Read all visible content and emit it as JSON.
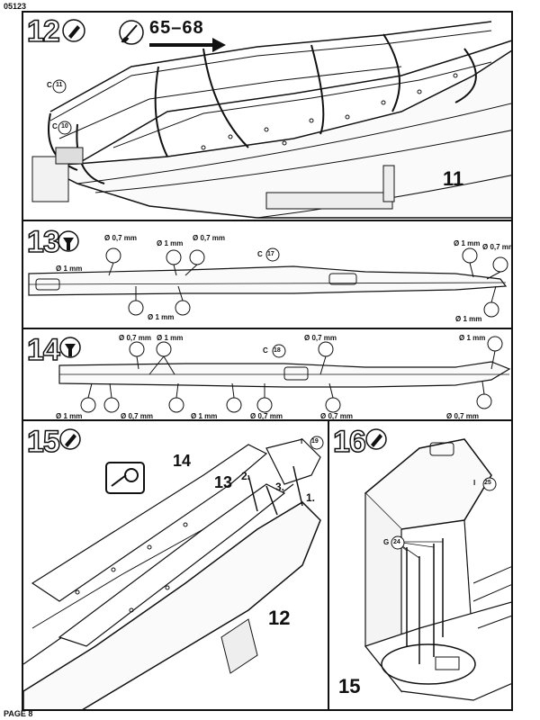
{
  "header": {
    "code": "05123"
  },
  "footer": {
    "page": "PAGE 8"
  },
  "step12": {
    "number": "12",
    "range": "65–68",
    "part_labels": [
      "C",
      "11",
      "C",
      "10"
    ],
    "result": "11"
  },
  "step13": {
    "number": "13",
    "part_label_prefix": "C",
    "part_label": "17",
    "drill": [
      "Ø 0,7 mm",
      "Ø 1 mm",
      "Ø 0,7 mm",
      "Ø 1 mm",
      "Ø 1 mm",
      "Ø 0,7 mm",
      "Ø 1 mm",
      "Ø 1 mm"
    ]
  },
  "step14": {
    "number": "14",
    "part_label_prefix": "C",
    "part_label": "18",
    "drill_top": [
      "Ø 0,7 mm",
      "Ø 1 mm",
      "Ø 0,7 mm",
      "Ø 1 mm"
    ],
    "drill_bottom": [
      "Ø 1 mm",
      "Ø 0,7 mm",
      "Ø 1 mm",
      "Ø 0,7 mm",
      "Ø 0,7 mm",
      "Ø 0,7 mm"
    ]
  },
  "step15": {
    "number": "15",
    "part_label_prefix": "I",
    "part_label": "19",
    "labels": [
      "14",
      "13",
      "2.",
      "3.",
      "1.",
      "12"
    ]
  },
  "step16": {
    "number": "16",
    "part_label_prefix": "I",
    "part_label": "25",
    "g_prefix": "G",
    "g_label": "24",
    "result": "15"
  }
}
